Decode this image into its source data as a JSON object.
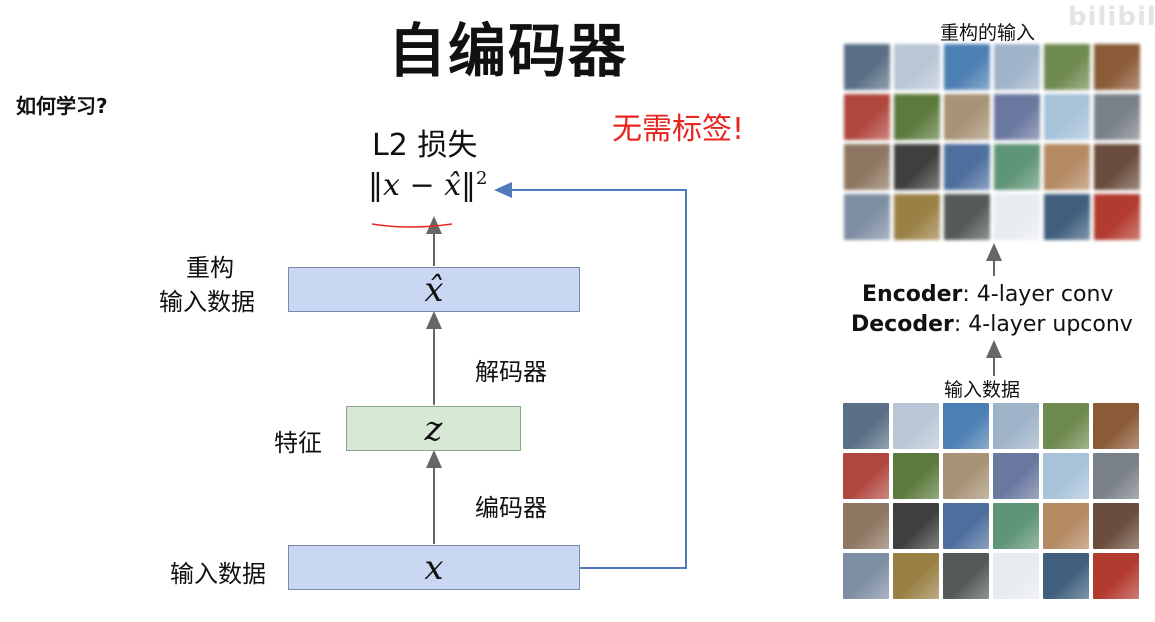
{
  "slide": {
    "title": "自编码器",
    "how_to_learn": "如何学习?",
    "no_labels": "无需标签!",
    "watermark": "bilibili"
  },
  "diagram": {
    "loss_title": "L2 损失",
    "loss_formula": {
      "lhs": "‖x − x̂‖",
      "exponent": "2"
    },
    "nodes": {
      "x_hat": "x̂",
      "z": "z",
      "x": "x"
    },
    "labels": {
      "reconstruction_line1": "重构",
      "reconstruction_line2": "输入数据",
      "decoder": "解码器",
      "feature": "特征",
      "encoder": "编码器",
      "input_data": "输入数据"
    },
    "colors": {
      "box_blue": "#c9d7f2",
      "box_green": "#d7e9d5",
      "arrow_gray": "#666666",
      "arrow_blue": "#4f7bbd",
      "annotation_red": "#e8261f"
    }
  },
  "right_panel": {
    "reconstructed_title": "重构的输入",
    "input_title": "输入数据",
    "encoder_label": "Encoder",
    "encoder_desc": ": 4-layer conv",
    "decoder_label": "Decoder",
    "decoder_desc": ": 4-layer upconv",
    "image_grid_colors": [
      [
        "#5a6f85",
        "#b9c6d6",
        "#4c7fb3",
        "#9fb3c9",
        "#6f8a4f",
        "#8b5a36"
      ],
      [
        "#b0473f",
        "#5c7a3d",
        "#a89376",
        "#6a78a0",
        "#a7c2d9",
        "#7a8088"
      ],
      [
        "#8e7762",
        "#3f3f3f",
        "#4e6f9e",
        "#5f9577",
        "#b58a63",
        "#6b4d3d"
      ],
      [
        "#7f8fa3",
        "#9a8045",
        "#545a55",
        "#e9ecef",
        "#3f5f7d",
        "#b33a2e"
      ]
    ]
  }
}
